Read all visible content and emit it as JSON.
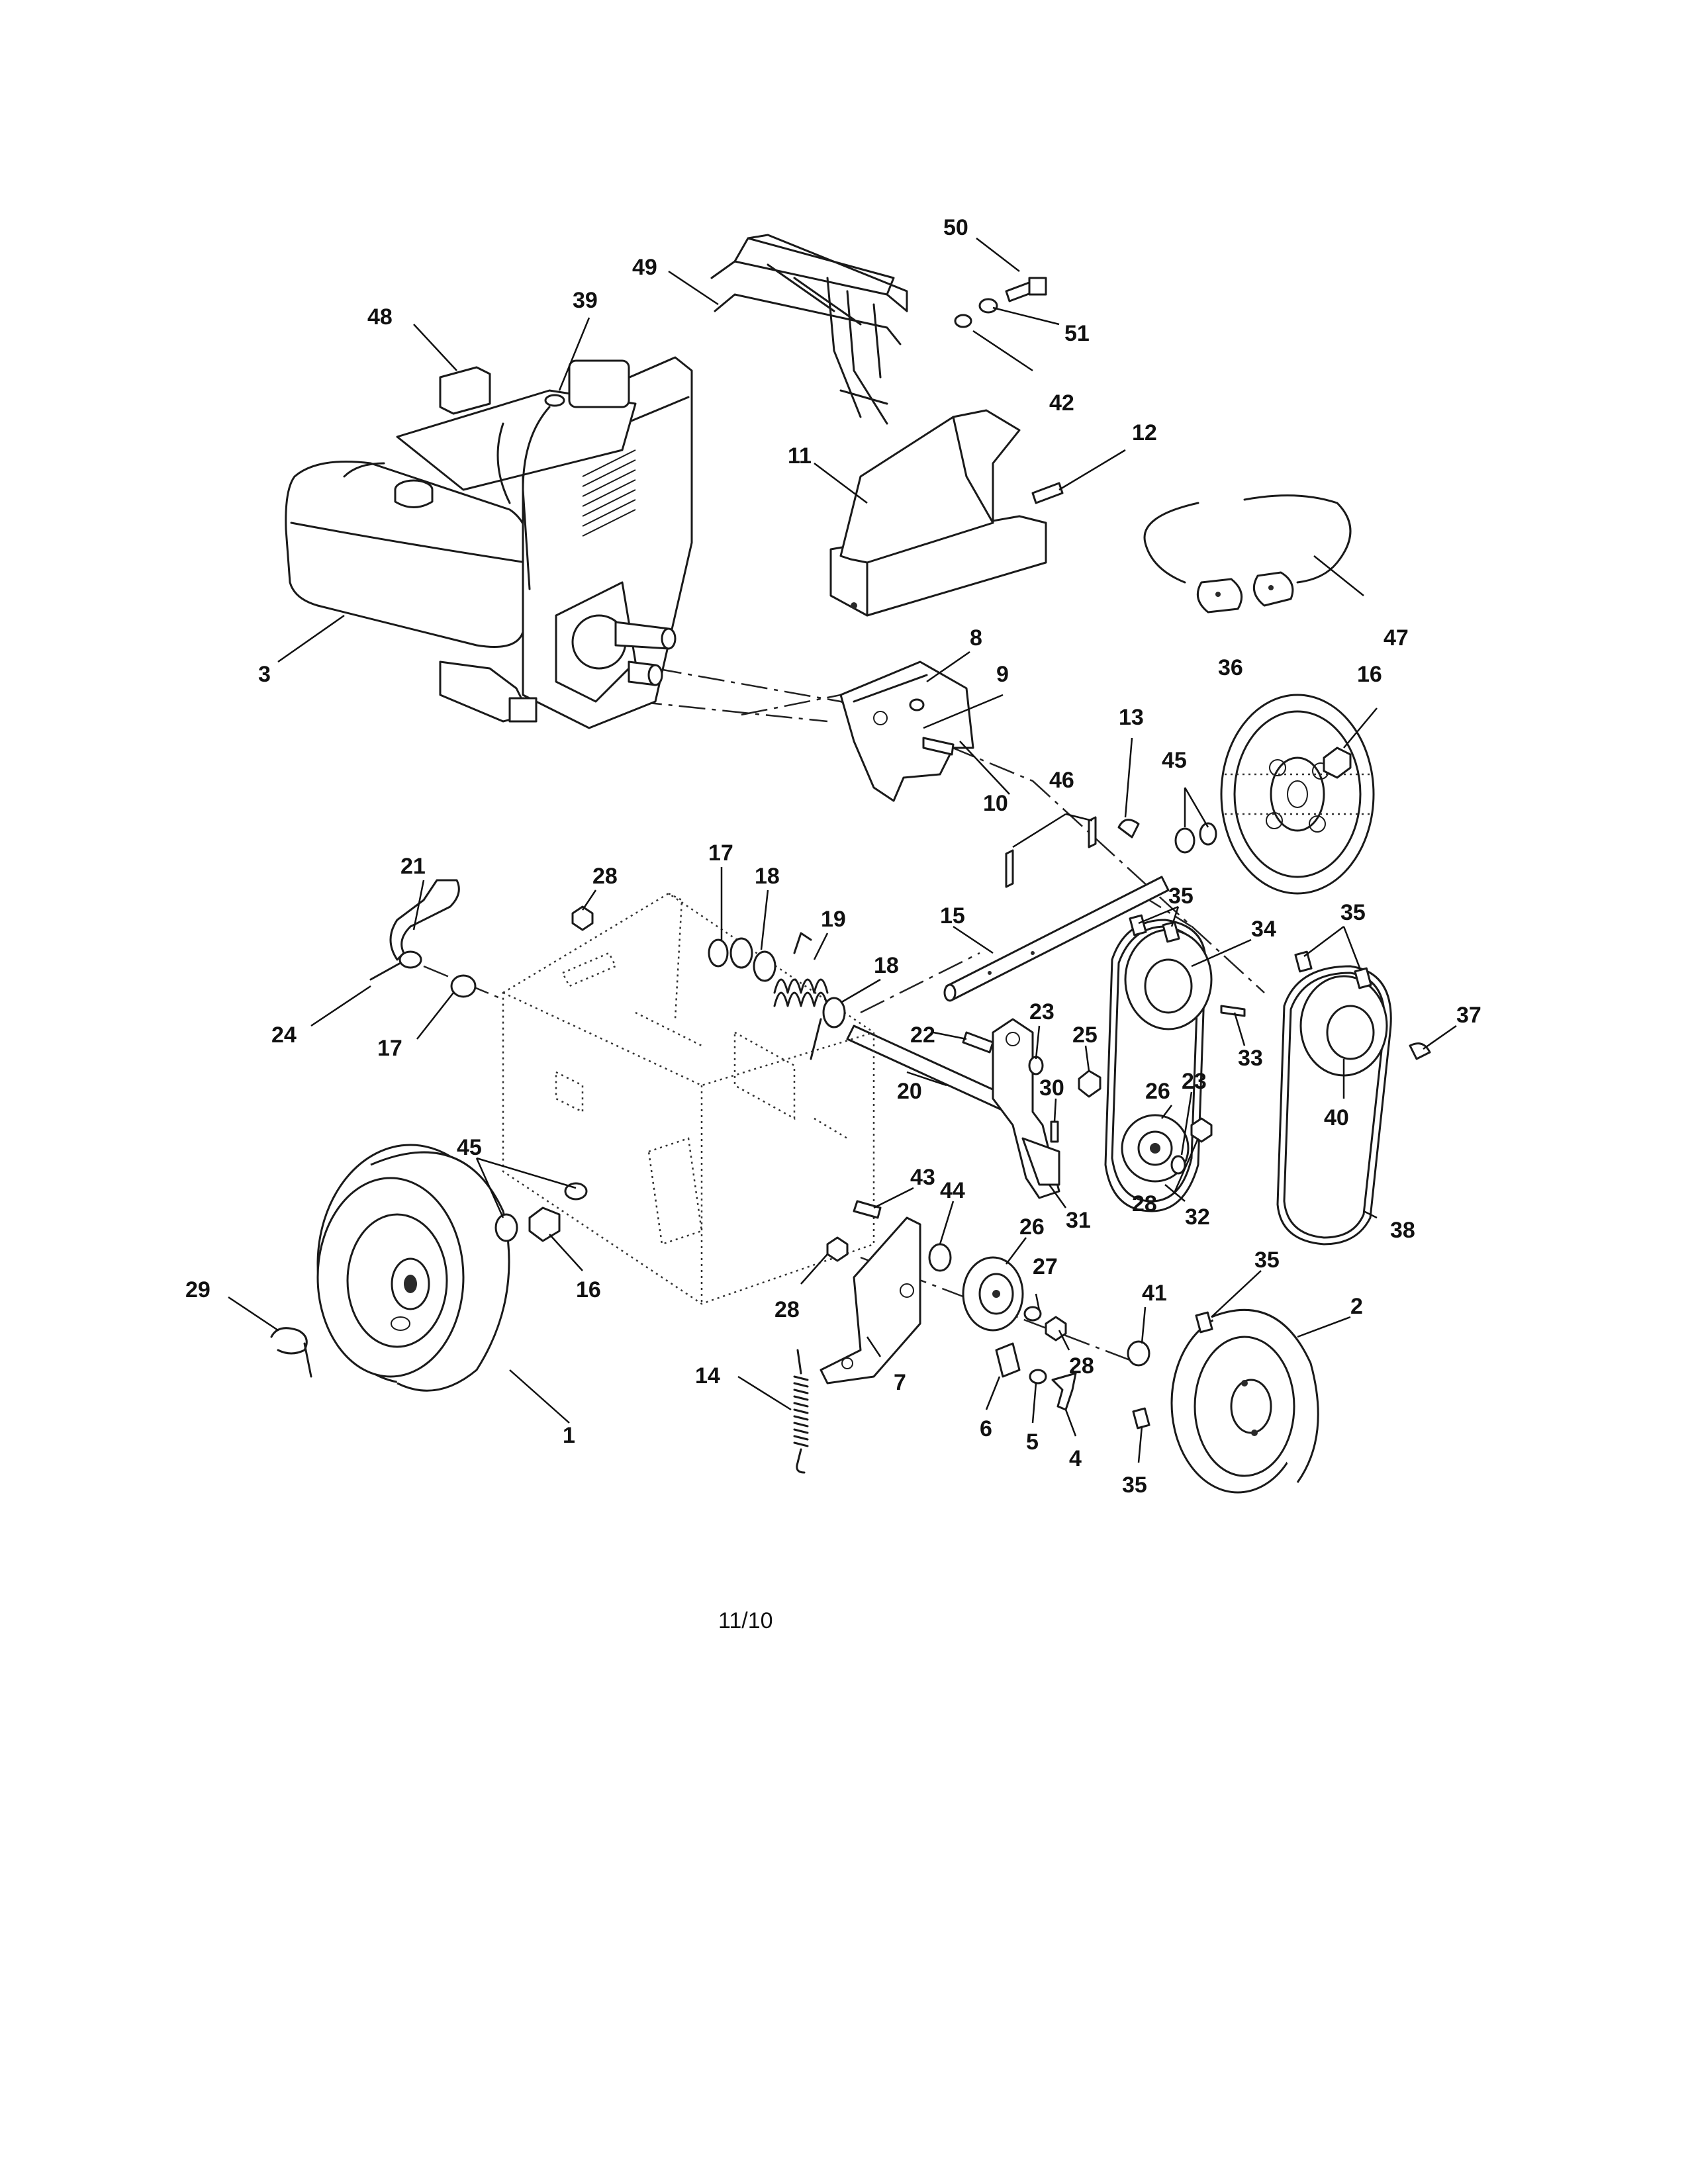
{
  "page_number": "11/10",
  "callouts": [
    {
      "id": "c50",
      "text": "50"
    },
    {
      "id": "c49",
      "text": "49"
    },
    {
      "id": "c48",
      "text": "48"
    },
    {
      "id": "c39",
      "text": "39"
    },
    {
      "id": "c51",
      "text": "51"
    },
    {
      "id": "c42",
      "text": "42"
    },
    {
      "id": "c11",
      "text": "11"
    },
    {
      "id": "c12",
      "text": "12"
    },
    {
      "id": "c3",
      "text": "3"
    },
    {
      "id": "c47",
      "text": "47"
    },
    {
      "id": "c8",
      "text": "8"
    },
    {
      "id": "c9",
      "text": "9"
    },
    {
      "id": "c36",
      "text": "36"
    },
    {
      "id": "c16a",
      "text": "16"
    },
    {
      "id": "c13",
      "text": "13"
    },
    {
      "id": "c45a",
      "text": "45"
    },
    {
      "id": "c46",
      "text": "46"
    },
    {
      "id": "c10",
      "text": "10"
    },
    {
      "id": "c21",
      "text": "21"
    },
    {
      "id": "c28a",
      "text": "28"
    },
    {
      "id": "c17a",
      "text": "17"
    },
    {
      "id": "c18a",
      "text": "18"
    },
    {
      "id": "c19",
      "text": "19"
    },
    {
      "id": "c15",
      "text": "15"
    },
    {
      "id": "c35a",
      "text": "35"
    },
    {
      "id": "c35b",
      "text": "35"
    },
    {
      "id": "c34",
      "text": "34"
    },
    {
      "id": "c18b",
      "text": "18"
    },
    {
      "id": "c23a",
      "text": "23"
    },
    {
      "id": "c37",
      "text": "37"
    },
    {
      "id": "c24",
      "text": "24"
    },
    {
      "id": "c22",
      "text": "22"
    },
    {
      "id": "c25",
      "text": "25"
    },
    {
      "id": "c17b",
      "text": "17"
    },
    {
      "id": "c33",
      "text": "33"
    },
    {
      "id": "c26a",
      "text": "26"
    },
    {
      "id": "c23b",
      "text": "23"
    },
    {
      "id": "c40",
      "text": "40"
    },
    {
      "id": "c30",
      "text": "30"
    },
    {
      "id": "c20",
      "text": "20"
    },
    {
      "id": "c45b",
      "text": "45"
    },
    {
      "id": "c28b",
      "text": "28"
    },
    {
      "id": "c43",
      "text": "43"
    },
    {
      "id": "c44",
      "text": "44"
    },
    {
      "id": "c31",
      "text": "31"
    },
    {
      "id": "c32",
      "text": "32"
    },
    {
      "id": "c38",
      "text": "38"
    },
    {
      "id": "c26b",
      "text": "26"
    },
    {
      "id": "c35c",
      "text": "35"
    },
    {
      "id": "c29",
      "text": "29"
    },
    {
      "id": "c16b",
      "text": "16"
    },
    {
      "id": "c27",
      "text": "27"
    },
    {
      "id": "c2",
      "text": "2"
    },
    {
      "id": "c41",
      "text": "41"
    },
    {
      "id": "c28c",
      "text": "28"
    },
    {
      "id": "c28d",
      "text": "28"
    },
    {
      "id": "c14",
      "text": "14"
    },
    {
      "id": "c7",
      "text": "7"
    },
    {
      "id": "c1",
      "text": "1"
    },
    {
      "id": "c6",
      "text": "6"
    },
    {
      "id": "c5",
      "text": "5"
    },
    {
      "id": "c4",
      "text": "4"
    },
    {
      "id": "c35d",
      "text": "35"
    }
  ]
}
